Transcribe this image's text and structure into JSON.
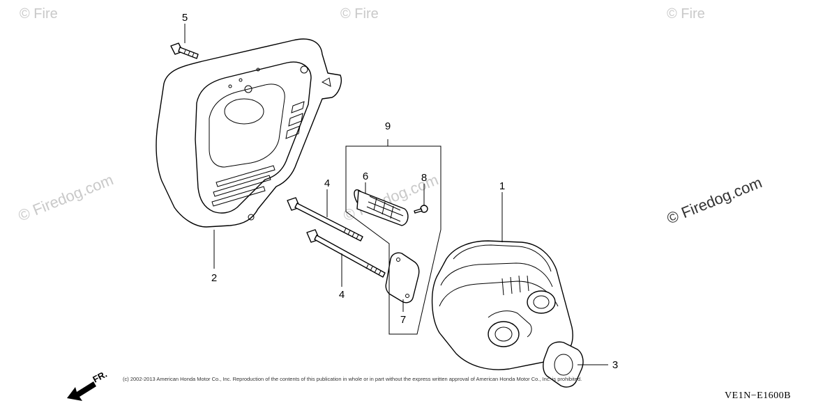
{
  "watermark": {
    "text": "© Firedog.com",
    "text_small": "© Fire"
  },
  "callouts": [
    {
      "id": "part-1",
      "label": "1"
    },
    {
      "id": "part-2",
      "label": "2"
    },
    {
      "id": "part-3",
      "label": "3"
    },
    {
      "id": "part-4a",
      "label": "4"
    },
    {
      "id": "part-4b",
      "label": "4"
    },
    {
      "id": "part-5",
      "label": "5"
    },
    {
      "id": "part-6",
      "label": "6"
    },
    {
      "id": "part-7",
      "label": "7"
    },
    {
      "id": "part-8",
      "label": "8"
    },
    {
      "id": "part-9",
      "label": "9"
    }
  ],
  "front_indicator": "FR.",
  "copyright": "(c) 2002-2013 American Honda Motor Co., Inc. Reproduction of the contents of this publication in whole or in part without the express written approval of American Honda Motor Co., Inc. is prohibited.",
  "diagram_code": "VE1N−E1600B"
}
